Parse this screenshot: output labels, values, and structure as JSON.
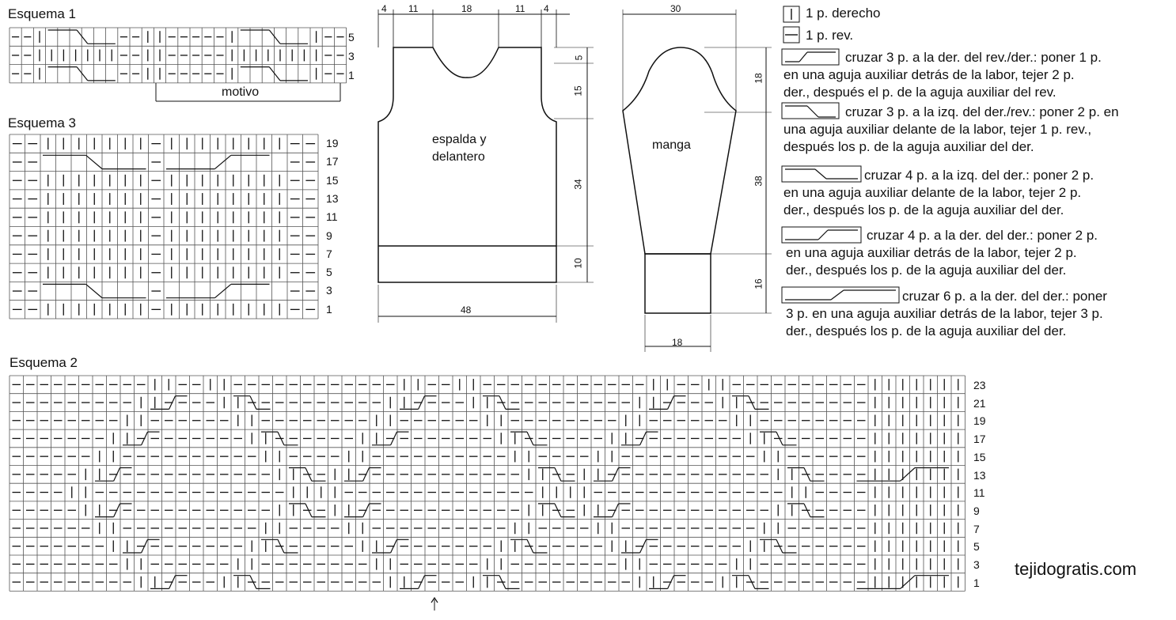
{
  "charts": {
    "esquema1": {
      "title": "Esquema 1",
      "rows": [
        "5",
        "3",
        "1"
      ],
      "motif_label": "motivo"
    },
    "esquema3": {
      "title": "Esquema 3",
      "rows": [
        "19",
        "17",
        "15",
        "13",
        "11",
        "9",
        "7",
        "5",
        "3",
        "1"
      ]
    },
    "esquema2": {
      "title": "Esquema 2",
      "rows": [
        "23",
        "21",
        "19",
        "17",
        "15",
        "13",
        "11",
        "9",
        "7",
        "5",
        "3",
        "1"
      ]
    }
  },
  "schematic": {
    "body": {
      "label_line1": "espalda y",
      "label_line2": "delantero",
      "dims": {
        "top_1": "4",
        "top_2": "11",
        "top_3": "18",
        "top_4": "11",
        "top_5": "4",
        "neck": "5",
        "armhole": "15",
        "length": "34",
        "rib": "10",
        "width": "48"
      }
    },
    "sleeve": {
      "label": "manga",
      "dims": {
        "top": "30",
        "cap": "18",
        "length": "38",
        "cuff": "16",
        "cuff_width": "18"
      }
    }
  },
  "legend": {
    "knit": "1 p. derecho",
    "purl": "1 p. rev.",
    "c3r_line1": "cruzar 3 p. a la der. del rev./der.: poner 1 p.",
    "c3r_line2": "en una aguja auxiliar detrás de la labor, tejer 2 p.",
    "c3r_line3": "der., después el p. de la aguja auxiliar del rev.",
    "c3l_line1": "cruzar 3 p. a la izq. del der./rev.: poner 2 p. en",
    "c3l_line2": "una aguja auxiliar delante de la labor, tejer 1 p. rev.,",
    "c3l_line3": "después los p. de la aguja auxiliar del der.",
    "c4l_line1": "cruzar 4 p. a la izq. del der.: poner 2 p.",
    "c4l_line2": "en una aguja auxiliar delante de la labor, tejer 2 p.",
    "c4l_line3": "der., después los p. de la aguja auxiliar del der.",
    "c4r_line1": "cruzar 4 p. a la der. del der.: poner 2 p.",
    "c4r_line2": "en una aguja auxiliar detrás de la labor, tejer 2 p.",
    "c4r_line3": "der., después los p. de la aguja auxiliar del der.",
    "c6r_line1": "cruzar 6 p. a la der. del der.: poner",
    "c6r_line2": "3 p. en una aguja auxiliar detrás de la labor, tejer 3 p.",
    "c6r_line3": "der., después los p. de la aguja auxiliar del der."
  },
  "watermark": "tejidogratis.com",
  "colors": {
    "ink": "#111111",
    "grid": "#333333"
  }
}
